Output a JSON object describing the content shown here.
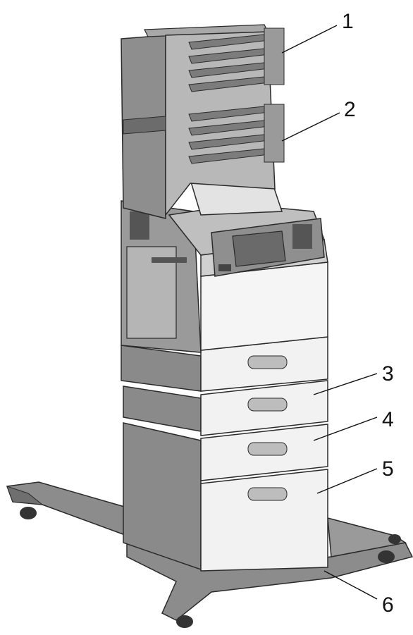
{
  "callouts": [
    {
      "id": "1",
      "label": "1"
    },
    {
      "id": "2",
      "label": "2"
    },
    {
      "id": "3",
      "label": "3"
    },
    {
      "id": "4",
      "label": "4"
    },
    {
      "id": "5",
      "label": "5"
    },
    {
      "id": "6",
      "label": "6"
    }
  ],
  "colors": {
    "body_dark": "#7a7a7a",
    "body_mid": "#9a9a9a",
    "body_light": "#c8c8c8",
    "drawer_white": "#f2f2f2",
    "base_gray": "#8c8c8c",
    "outline": "#2a2a2a"
  }
}
